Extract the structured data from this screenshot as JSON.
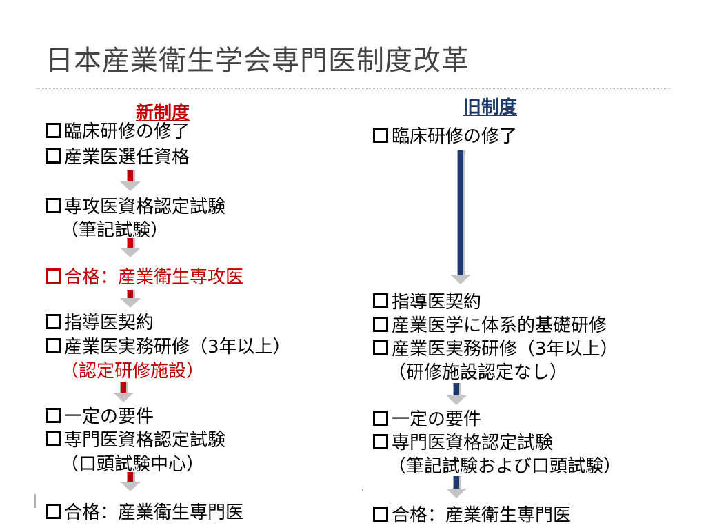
{
  "slide": {
    "title": "日本産業衛生学会専門医制度改革",
    "colors": {
      "new_accent": "#c00000",
      "old_accent": "#1f3a6e",
      "title": "#444444",
      "arrow_gray": "#c4c4c4"
    }
  },
  "new_system": {
    "heading": "新制度",
    "items": [
      {
        "text": "臨床研修の修了"
      },
      {
        "text": "産業医選任資格"
      },
      {
        "text": "専攻医資格認定試験"
      },
      {
        "text": "（筆記試験）"
      },
      {
        "text": "合格：産業衛生専攻医"
      },
      {
        "text": "指導医契約"
      },
      {
        "text": "産業医実務研修（3年以上）"
      },
      {
        "text": "（認定研修施設）"
      },
      {
        "text": "一定の要件"
      },
      {
        "text": "専門医資格認定試験"
      },
      {
        "text": "（口頭試験中心）"
      },
      {
        "text": "合格：産業衛生専門医"
      }
    ]
  },
  "old_system": {
    "heading": "旧制度",
    "items": [
      {
        "text": "臨床研修の修了"
      },
      {
        "text": "指導医契約"
      },
      {
        "text": "産業医学に体系的基礎研修"
      },
      {
        "text": "産業医実務研修（3年以上）"
      },
      {
        "text": "（研修施設認定なし）"
      },
      {
        "text": "一定の要件"
      },
      {
        "text": "専門医資格認定試験"
      },
      {
        "text": "（筆記試験および口頭試験）"
      },
      {
        "text": "合格：産業衛生専門医"
      }
    ]
  }
}
